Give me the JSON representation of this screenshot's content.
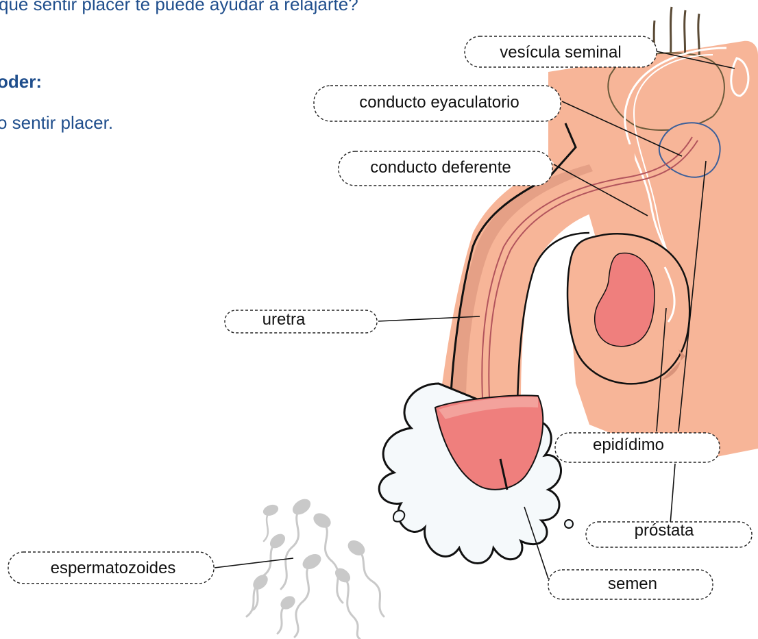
{
  "texts": {
    "question": "qué sentir placer te puede ayudar a relajarte?",
    "bold": "oder:",
    "line": "o sentir placer."
  },
  "labels": {
    "vesicula": "vesícula seminal",
    "eyaculatorio": "conducto eyaculatorio",
    "deferente": "conducto deferente",
    "uretra": "uretra",
    "epididimo": "epidídimo",
    "prostata": "próstata",
    "espermatozoides": "espermatozoides",
    "semen": "semen"
  },
  "colors": {
    "skin": "#f7b598",
    "skin_shadow": "#d9937a",
    "glans": "#f07a78",
    "glans_light": "#f3a29c",
    "testis": "#ef7f7d",
    "duct": "#b2545c",
    "headline": "#1f4e8c",
    "semen_fill": "#f5f9fb",
    "sperm": "#c9c9c9"
  }
}
